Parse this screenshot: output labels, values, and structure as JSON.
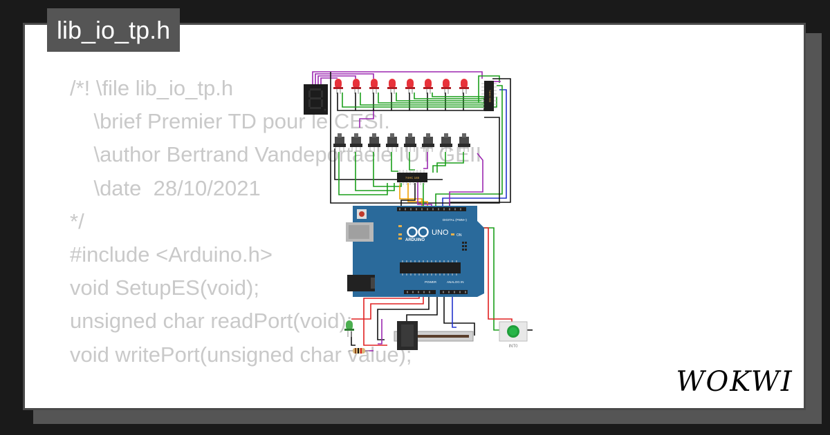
{
  "title": "lib_io_tp.h",
  "code_lines": [
    "/*! \\file lib_io_tp.h",
    "    \\brief Premier TD pour le CESI.",
    "    \\author Bertrand Vandeportaele IUT GEII",
    "    \\date  28/10/2021",
    "*/",
    "#include <Arduino.h>",
    "void SetupES(void);",
    "unsigned char readPort(void);",
    "void writePort(unsigned char value);"
  ],
  "logo_text": "WOKWI",
  "board": {
    "name": "UNO",
    "brand": "ARDUINO",
    "digital_label": "DIGITAL (PWM~)",
    "power_label": "POWER",
    "analog_label": "ANALOG IN",
    "on_label": "ON"
  },
  "chip_label_shift": "74HC 595",
  "chip_label_in": "74HC 165",
  "button_label": "INT0",
  "colors": {
    "arduino_blue": "#2a6a9b",
    "led_red": "#e8323a",
    "led_green": "#4caf50",
    "button_green": "#1f9e3a",
    "wire_purple": "#9b27b0",
    "wire_green": "#1a9e1a",
    "wire_black": "#111111",
    "wire_red": "#e02020",
    "wire_blue": "#2233cc",
    "wire_orange": "#f0a000",
    "code_gray": "#c9c9c9"
  }
}
